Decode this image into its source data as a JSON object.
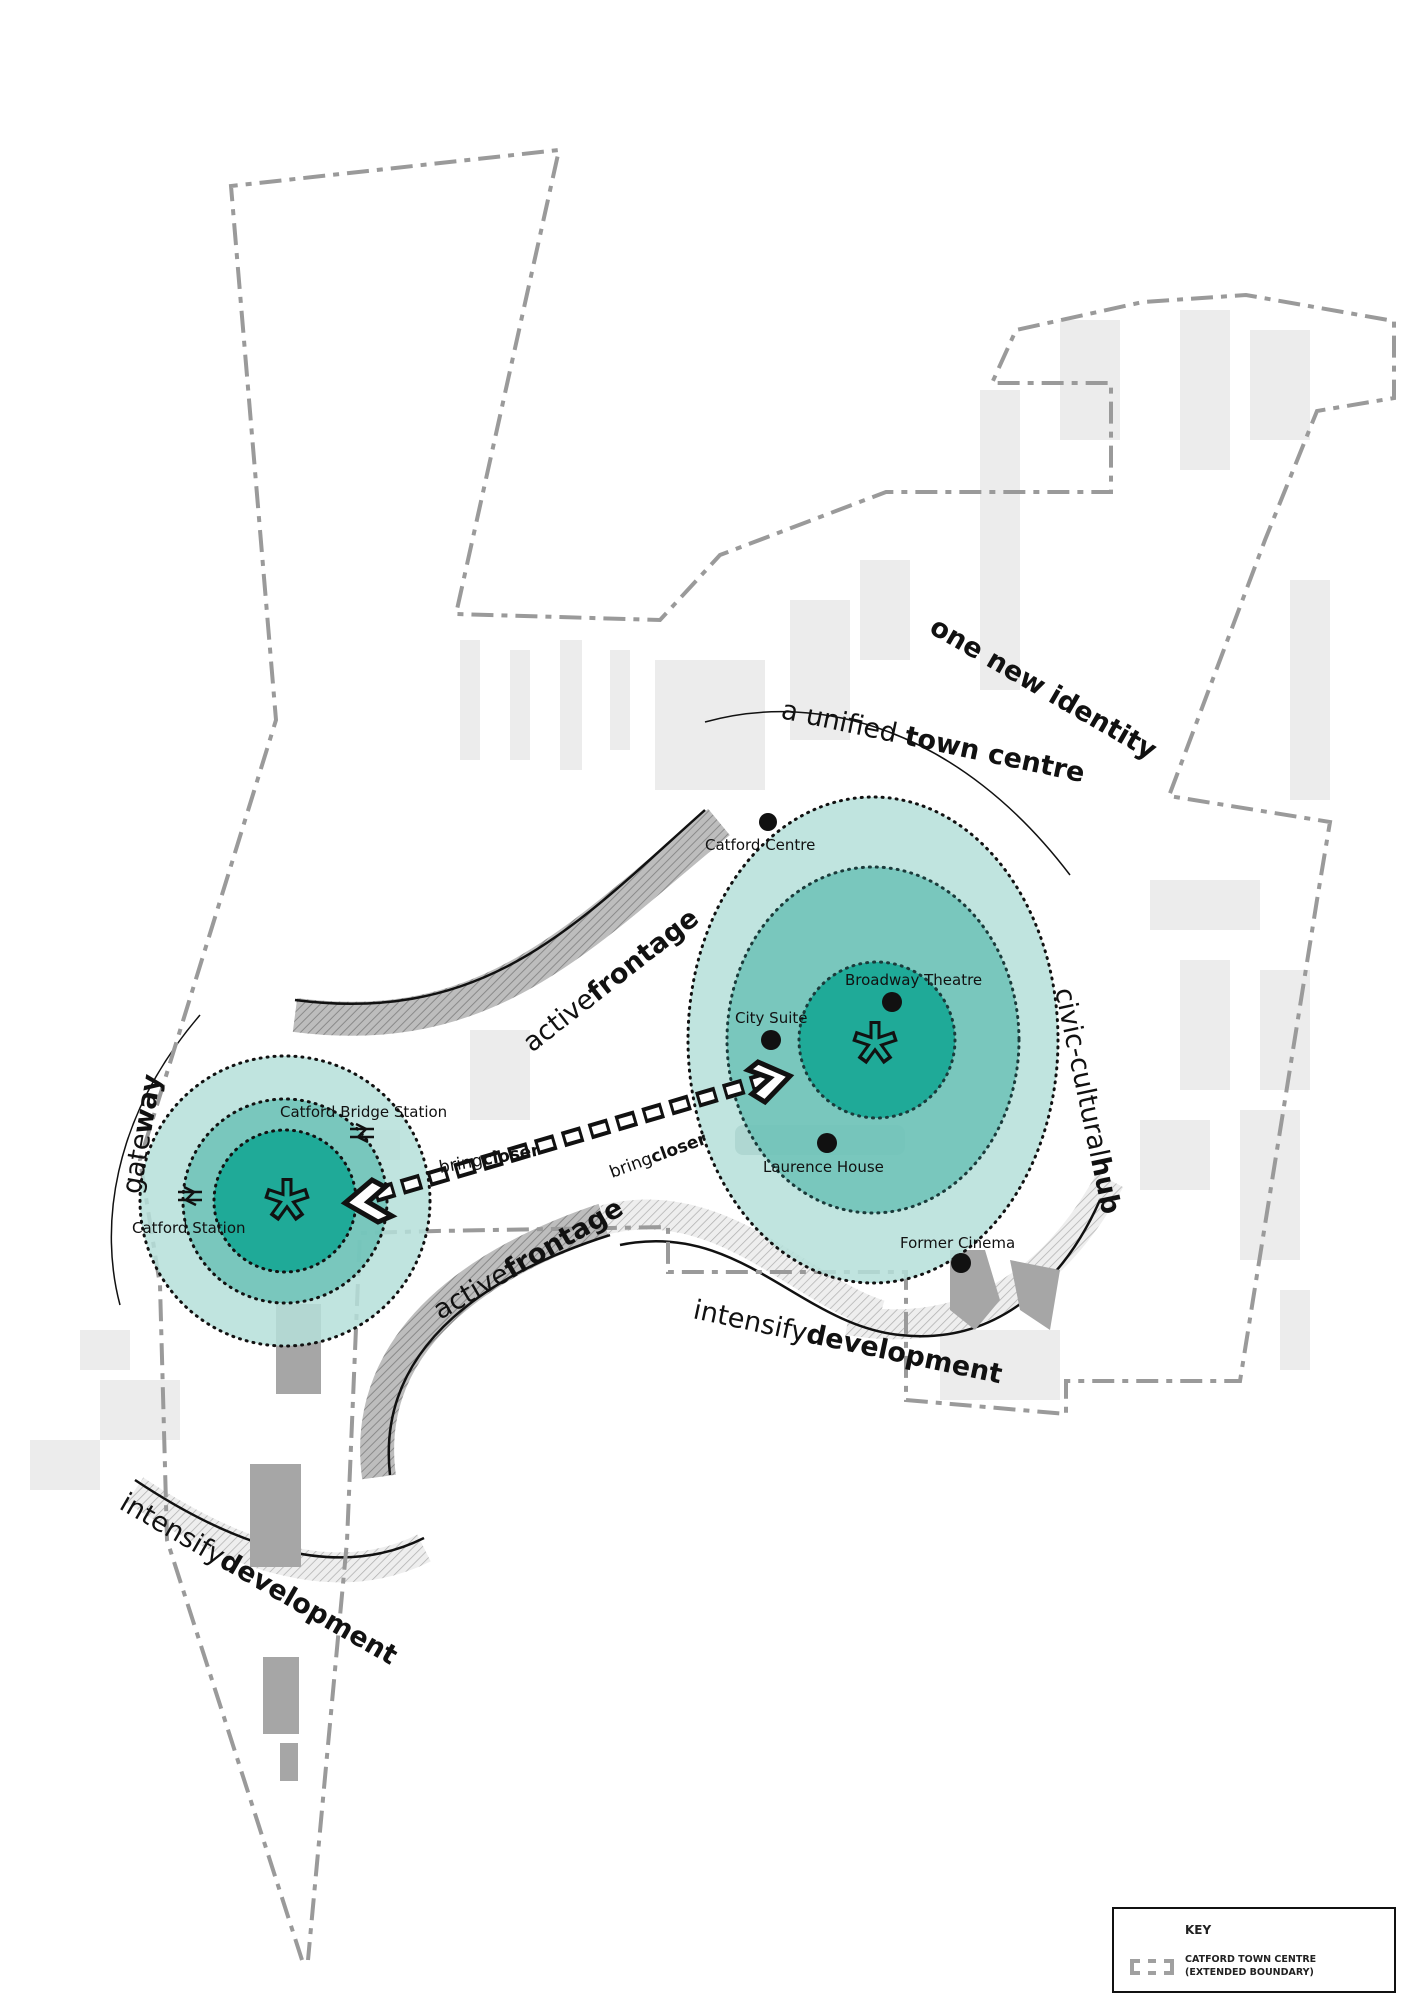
{
  "colors": {
    "teal_core": "#1faa98",
    "teal_mid": "#6cc2b7",
    "teal_outer": "#b5dfd9",
    "boundary": "#9a9a9a",
    "buildings_light": "#ececec",
    "buildings_dark": "#a6a6a6"
  },
  "themes": {
    "identity_bold": "one new identity",
    "unified_light": "a unified ",
    "unified_bold": "town centre",
    "gateway_light": "gate",
    "gateway_bold": "way",
    "civic_light": "civic-cultural",
    "civic_bold": "hub",
    "frontage_upper_light": "active",
    "frontage_upper_bold": "frontage",
    "frontage_lower_light": "active",
    "frontage_lower_bold": "frontage",
    "develop_right_light": "intensify",
    "develop_right_bold": "development",
    "develop_left_light": "intensify",
    "develop_left_bold": "development",
    "closer_left_light": "bring",
    "closer_left_bold": "closer",
    "closer_right_light": "bring",
    "closer_right_bold": "closer"
  },
  "places": [
    {
      "name": "Catford Centre",
      "icon": "dot"
    },
    {
      "name": "Broadway Theatre",
      "icon": "dot"
    },
    {
      "name": "City Suite",
      "icon": "dot"
    },
    {
      "name": "Laurence House",
      "icon": "dot"
    },
    {
      "name": "Former Cinema",
      "icon": "dot"
    },
    {
      "name": "Catford Bridge Station",
      "icon": "national-rail-icon"
    },
    {
      "name": "Catford Station",
      "icon": "national-rail-icon"
    }
  ],
  "hubs": [
    {
      "name": "west-hub",
      "icon": "asterisk-icon"
    },
    {
      "name": "east-hub",
      "icon": "asterisk-icon"
    }
  ],
  "key": {
    "title": "KEY",
    "items": [
      {
        "label_line1": "CATFORD TOWN CENTRE",
        "label_line2": "(EXTENDED BOUNDARY)",
        "symbol": "dash-dot-boundary"
      }
    ]
  }
}
